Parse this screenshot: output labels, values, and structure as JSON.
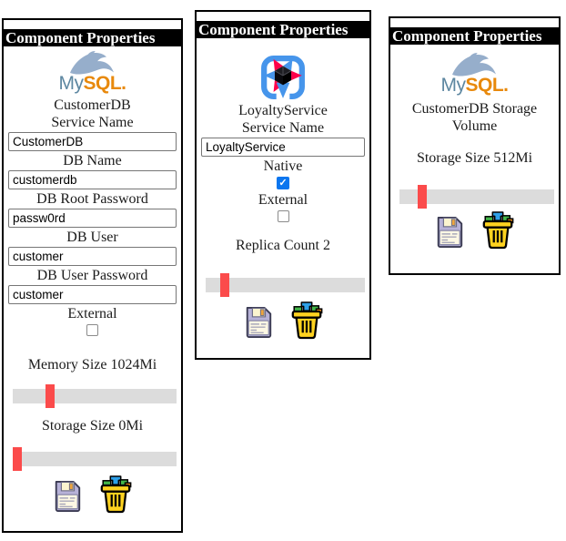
{
  "colors": {
    "header_bg": "#000000",
    "header_fg": "#ffffff",
    "slider_track": "#dcdcdc",
    "slider_handle": "#fb4b4b",
    "checkbox_checked": "#0b76ef",
    "mysql_blue": "#5d87a1",
    "mysql_orange": "#e8890c",
    "quarkus_blue": "#4695eb",
    "quarkus_red": "#ff004a"
  },
  "mysql_wordmark": {
    "my": "My",
    "sql": "SQL",
    "dot": "."
  },
  "panel1": {
    "title": "Component Properties",
    "component_name": "CustomerDB",
    "service_name_label": "Service Name",
    "service_name_value": "CustomerDB",
    "db_name_label": "DB Name",
    "db_name_value": "customerdb",
    "db_root_password_label": "DB Root Password",
    "db_root_password_value": "passw0rd",
    "db_user_label": "DB User",
    "db_user_value": "customer",
    "db_user_password_label": "DB User Password",
    "db_user_password_value": "customer",
    "external_label": "External",
    "external_checked": false,
    "memory_label": "Memory Size 1024Mi",
    "memory_pct": 21,
    "storage_label": "Storage Size 0Mi",
    "storage_pct": 0
  },
  "panel2": {
    "title": "Component Properties",
    "component_name": "LoyaltyService",
    "service_name_label": "Service Name",
    "service_name_value": "LoyaltyService",
    "native_label": "Native",
    "native_checked": true,
    "external_label": "External",
    "external_checked": false,
    "replica_label": "Replica Count 2",
    "replica_pct": 9.5
  },
  "panel3": {
    "title": "Component Properties",
    "heading": "CustomerDB Storage Volume",
    "storage_label": "Storage Size 512Mi",
    "storage_pct": 12.5
  }
}
